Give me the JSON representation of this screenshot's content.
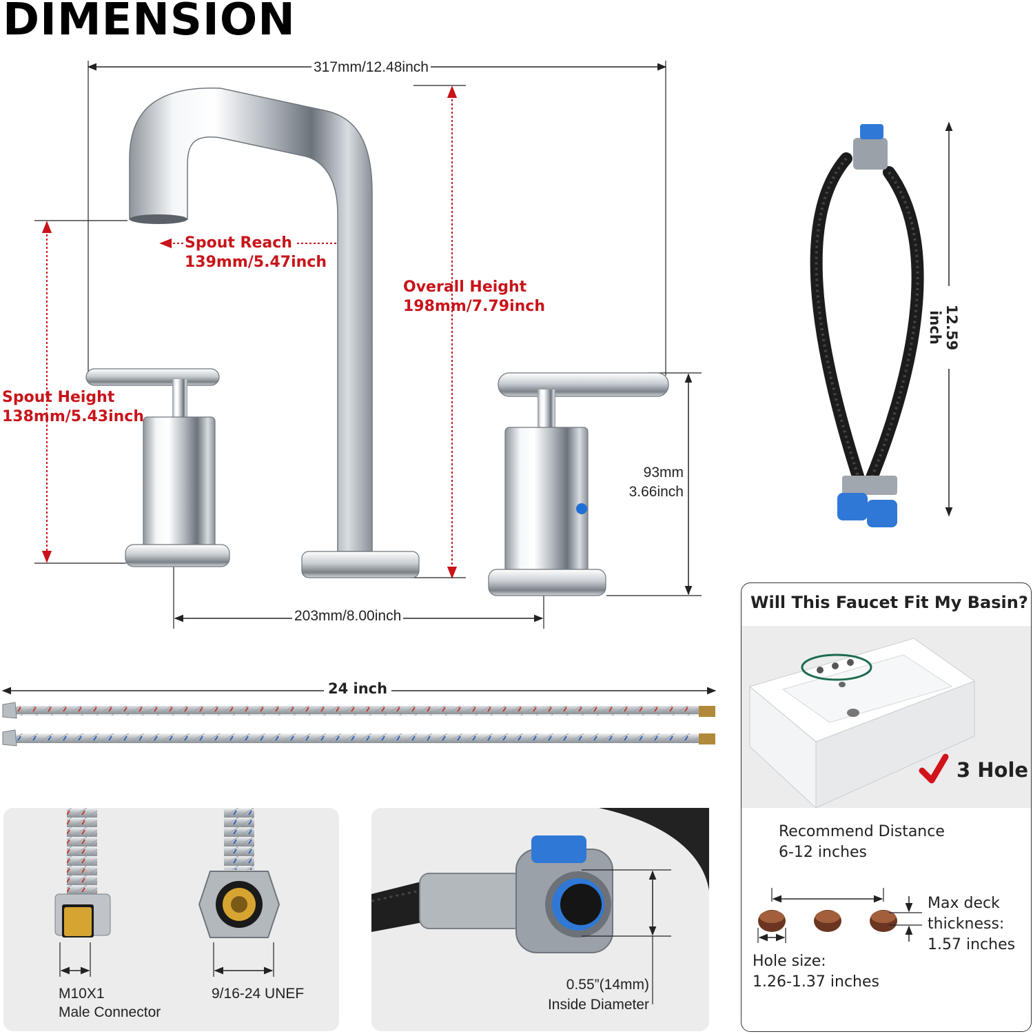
{
  "header": {
    "title": "DIMENSION"
  },
  "faucet": {
    "overall_width": "317mm/12.48inch",
    "spout_reach_label": "Spout Reach",
    "spout_reach_value": "139mm/5.47inch",
    "overall_height_label": "Overall Height",
    "overall_height_value": "198mm/7.79inch",
    "spout_height_label": "Spout Height",
    "spout_height_value": "138mm/5.43inch",
    "handle_height_mm": "93mm",
    "handle_height_in": "3.66inch",
    "center_spread": "203mm/8.00inch"
  },
  "hoses": {
    "vertical_length": "12.59 inch",
    "supply_length": "24 inch"
  },
  "connectors": {
    "male_label_1": "M10X1",
    "male_label_2": "Male Connector",
    "unef_label": "9/16-24 UNEF",
    "diameter_label_1": "0.55”(14mm)",
    "diameter_label_2": "Inside Diameter"
  },
  "basin_fit": {
    "title": "Will This Faucet Fit My Basin?",
    "hole_count": "3 Hole",
    "recommend_1": "Recommend Distance",
    "recommend_2": "6-12 inches",
    "deck_1": "Max deck",
    "deck_2": "thickness:",
    "deck_3": "1.57 inches",
    "hole_size_1": "Hole size:",
    "hole_size_2": "1.26-1.37 inches"
  },
  "colors": {
    "accent_red": "#c8141a",
    "hose_blue": "#2f78d6",
    "chrome": "#d9dde2"
  }
}
